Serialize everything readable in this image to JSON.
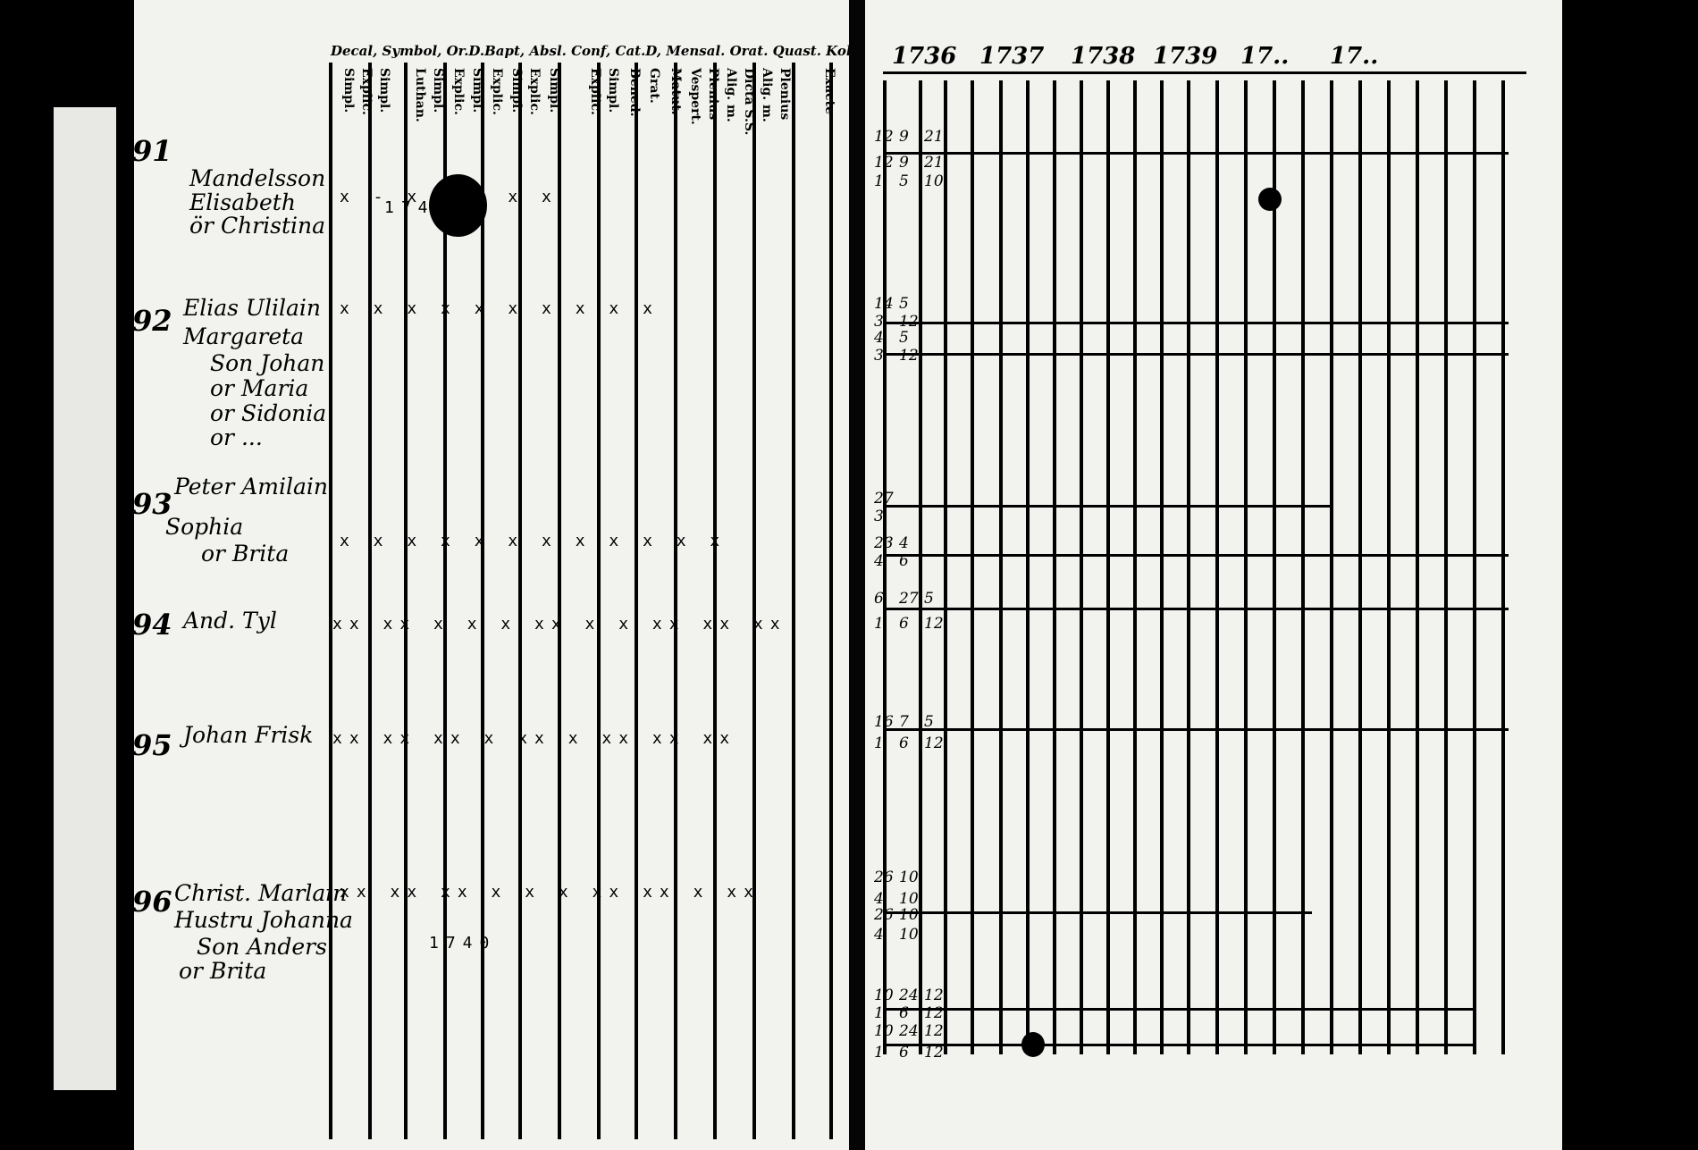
{
  "ledger": {
    "header_top": "Decal, Symbol, Or.D.Bapt, Absl. Conf, Cat.D, Mensal. Orat. Quast. Kol.",
    "column_labels": [
      "Simpl.",
      "Explic.",
      "Simpl.",
      "Luthan.",
      "Simpl.",
      "Explic.",
      "Simpl.",
      "Explic.",
      "Simpl.",
      "Explic.",
      "Simpl.",
      "Explic.",
      "Simpl.",
      "Bened.",
      "Grat.",
      "Matut.",
      "Vespert.",
      "Plenius",
      "Alig. m.",
      "Dicta S.S.",
      "Alig. m.",
      "Plenius",
      "Exacte"
    ],
    "years": [
      "1736",
      "1737",
      "1738",
      "1739",
      "17..",
      "17.."
    ]
  },
  "entries": [
    {
      "number": "91",
      "lines": [
        "Mandelsson",
        "Elisabeth",
        "ör Christina"
      ],
      "marks": "x - x x x x x",
      "year_note": "1743"
    },
    {
      "number": "92",
      "lines": [
        "Elias Ulilain",
        "Margareta",
        "Son Johan",
        "or Maria",
        "or Sidonia",
        "or ..."
      ],
      "marks": "x x x x x x x x x x"
    },
    {
      "number": "93",
      "lines": [
        "Peter Amilain",
        "Sophia",
        "or Brita"
      ],
      "marks": "x x x x x x x x x x x x"
    },
    {
      "number": "94",
      "lines": [
        "And. Tyl"
      ],
      "marks": "xx xx x x x xx x x xx xx xx"
    },
    {
      "number": "95",
      "lines": [
        "Johan Frisk"
      ],
      "marks": "xx xx xx x xx x xx xx xx"
    },
    {
      "number": "96",
      "lines": [
        "Christ. Marlain",
        "Hustru Johanna",
        "Son Anders",
        "or Brita"
      ],
      "marks": "xx xx xx x x x xx xx x xx",
      "year_note": "1740"
    }
  ],
  "right_cells": [
    [
      "12",
      "9",
      "21"
    ],
    [
      "12",
      "9",
      "21"
    ],
    [
      "1",
      "5",
      "10"
    ],
    [
      "14",
      "5"
    ],
    [
      "3",
      "12"
    ],
    [
      "4",
      "5"
    ],
    [
      "3",
      "12"
    ],
    [
      "27"
    ],
    [
      "3"
    ],
    [
      "23",
      "4"
    ],
    [
      "4",
      "6"
    ],
    [
      "6",
      "27",
      "5"
    ],
    [
      "1",
      "6",
      "12"
    ],
    [
      "16",
      "7",
      "5"
    ],
    [
      "1",
      "6",
      "12"
    ],
    [
      "26",
      "10"
    ],
    [
      "4",
      "10"
    ],
    [
      "26",
      "10"
    ],
    [
      "4",
      "10"
    ],
    [
      "10",
      "24",
      "12"
    ],
    [
      "1",
      "6",
      "12"
    ],
    [
      "10",
      "24",
      "12"
    ],
    [
      "1",
      "6",
      "12"
    ]
  ]
}
